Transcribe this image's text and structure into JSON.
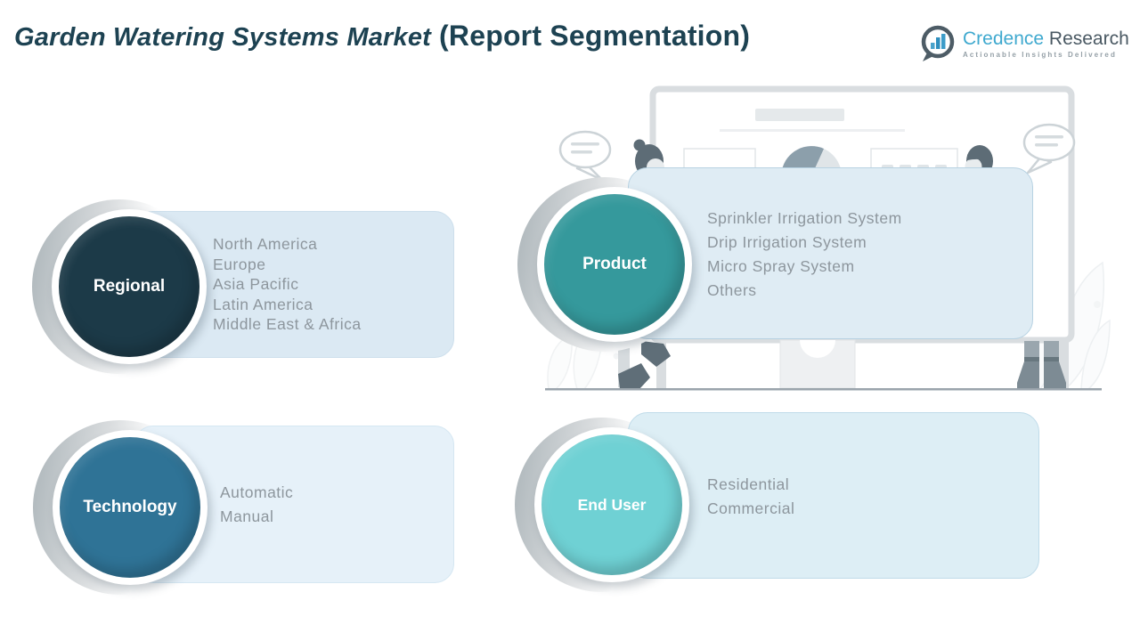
{
  "header": {
    "title_main": "Garden Watering Systems Market",
    "title_paren": "(Report Segmentation)"
  },
  "logo": {
    "name_part1": "Credence",
    "name_part2": "Research",
    "tagline": "Actionable Insights Delivered"
  },
  "colors": {
    "title_text": "#1d4252",
    "regional_circle": "#1c3a48",
    "product_circle": "#35999c",
    "technology_circle": "#2f7396",
    "end_user_circle": "#6fd1d4",
    "panel_blue": "#dbe9f3",
    "list_text": "#8d969d",
    "logo_blue": "#3fa9cf",
    "logo_dark": "#4a5963"
  },
  "sections": [
    {
      "label": "Regional",
      "items": [
        "North America",
        "Europe",
        "Asia Pacific",
        "Latin America",
        "Middle East & Africa"
      ]
    },
    {
      "label": "Product",
      "items": [
        "Sprinkler Irrigation System",
        "Drip Irrigation System",
        "Micro Spray System",
        "Others"
      ]
    },
    {
      "label": "Technology",
      "items": [
        "Automatic",
        "Manual"
      ]
    },
    {
      "label": "End User",
      "items": [
        "Residential",
        "Commercial"
      ]
    }
  ]
}
